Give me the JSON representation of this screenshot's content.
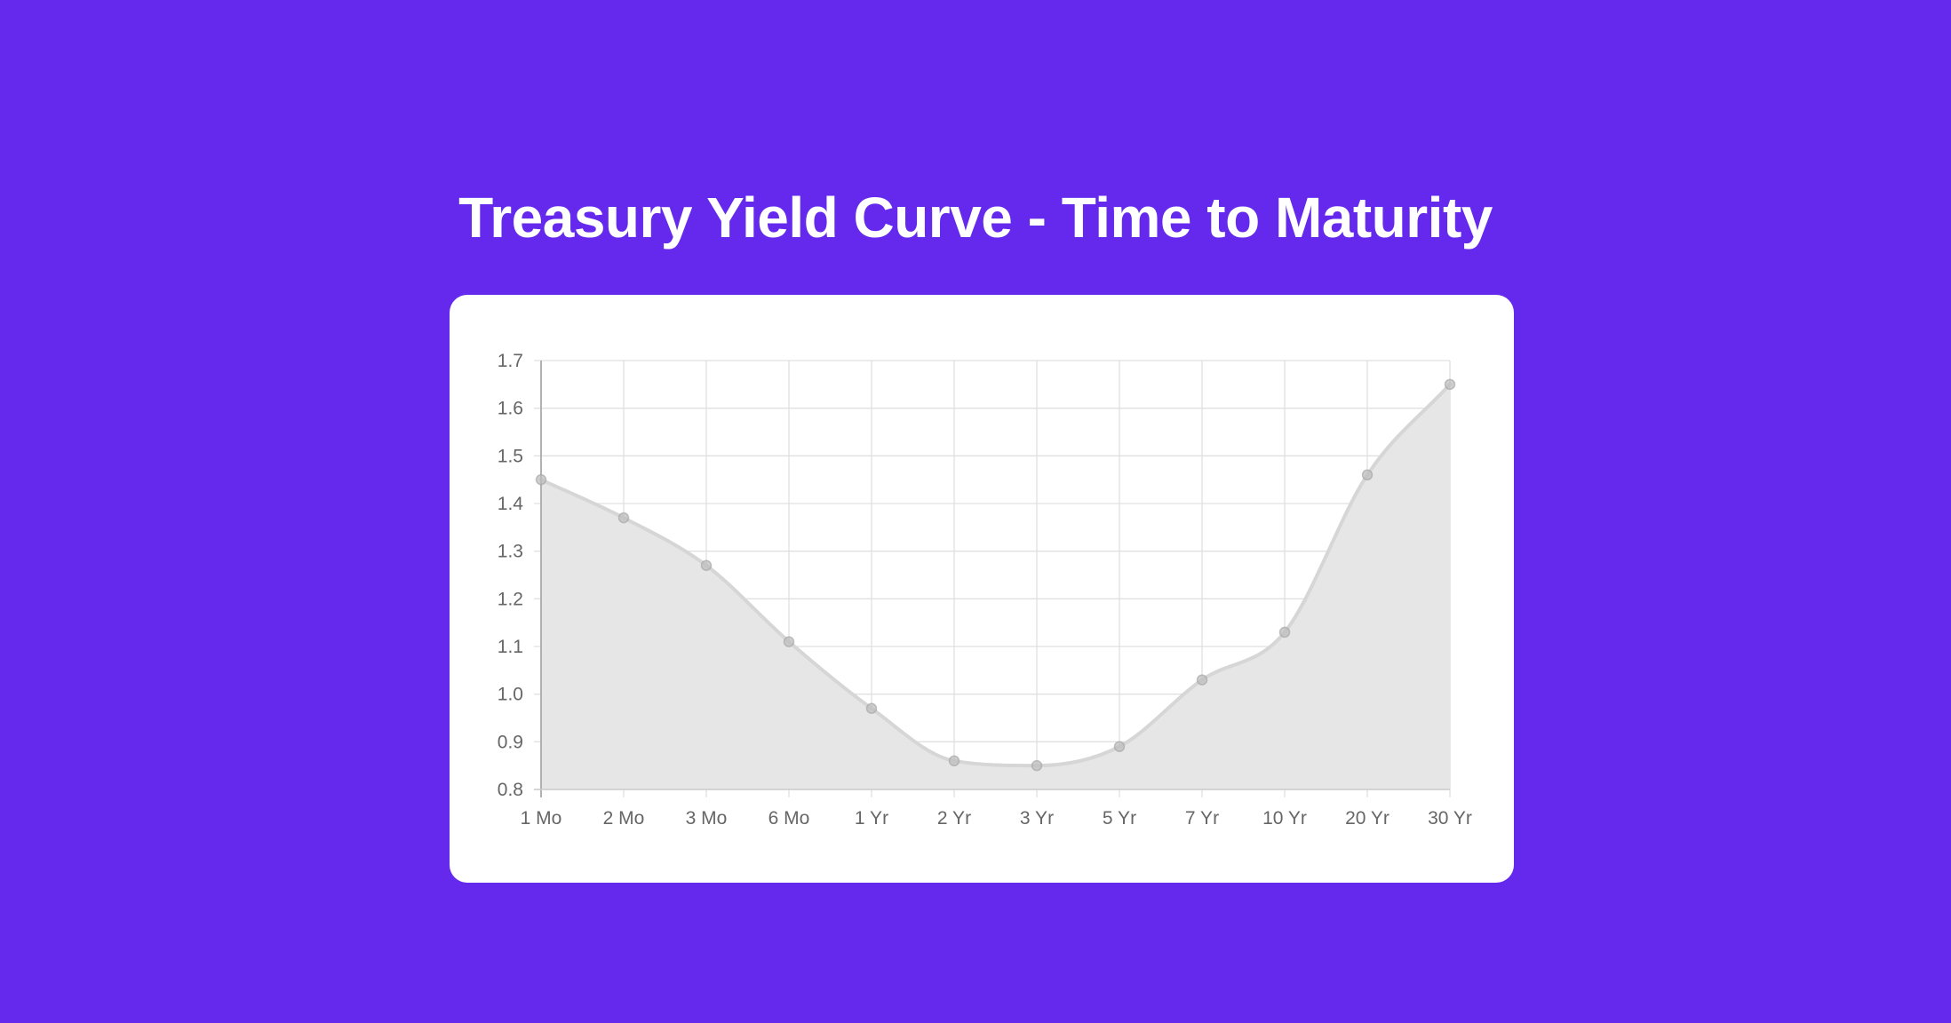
{
  "page": {
    "title": "Treasury Yield Curve - Time to Maturity"
  },
  "colors": {
    "background": "#6429ED",
    "card": "#FFFFFF",
    "line": "#D6D6D6",
    "fill": "#E5E5E5",
    "grid": "#E0E0E0",
    "tick_text": "#666666"
  },
  "chart_data": {
    "type": "area",
    "title": "Treasury Yield Curve - Time to Maturity",
    "xlabel": "",
    "ylabel": "",
    "categories": [
      "1 Mo",
      "2 Mo",
      "3 Mo",
      "6 Mo",
      "1 Yr",
      "2 Yr",
      "3 Yr",
      "5 Yr",
      "7 Yr",
      "10 Yr",
      "20 Yr",
      "30 Yr"
    ],
    "series": [
      {
        "values": [
          1.45,
          1.37,
          1.27,
          1.11,
          0.97,
          0.86,
          0.85,
          0.89,
          1.03,
          1.13,
          1.46,
          1.65
        ]
      }
    ],
    "ylim": [
      0.8,
      1.7
    ],
    "yticks": [
      "0.8",
      "0.9",
      "1.0",
      "1.1",
      "1.2",
      "1.3",
      "1.4",
      "1.5",
      "1.6",
      "1.7"
    ],
    "grid": true,
    "legend": "none",
    "smooth": true
  }
}
